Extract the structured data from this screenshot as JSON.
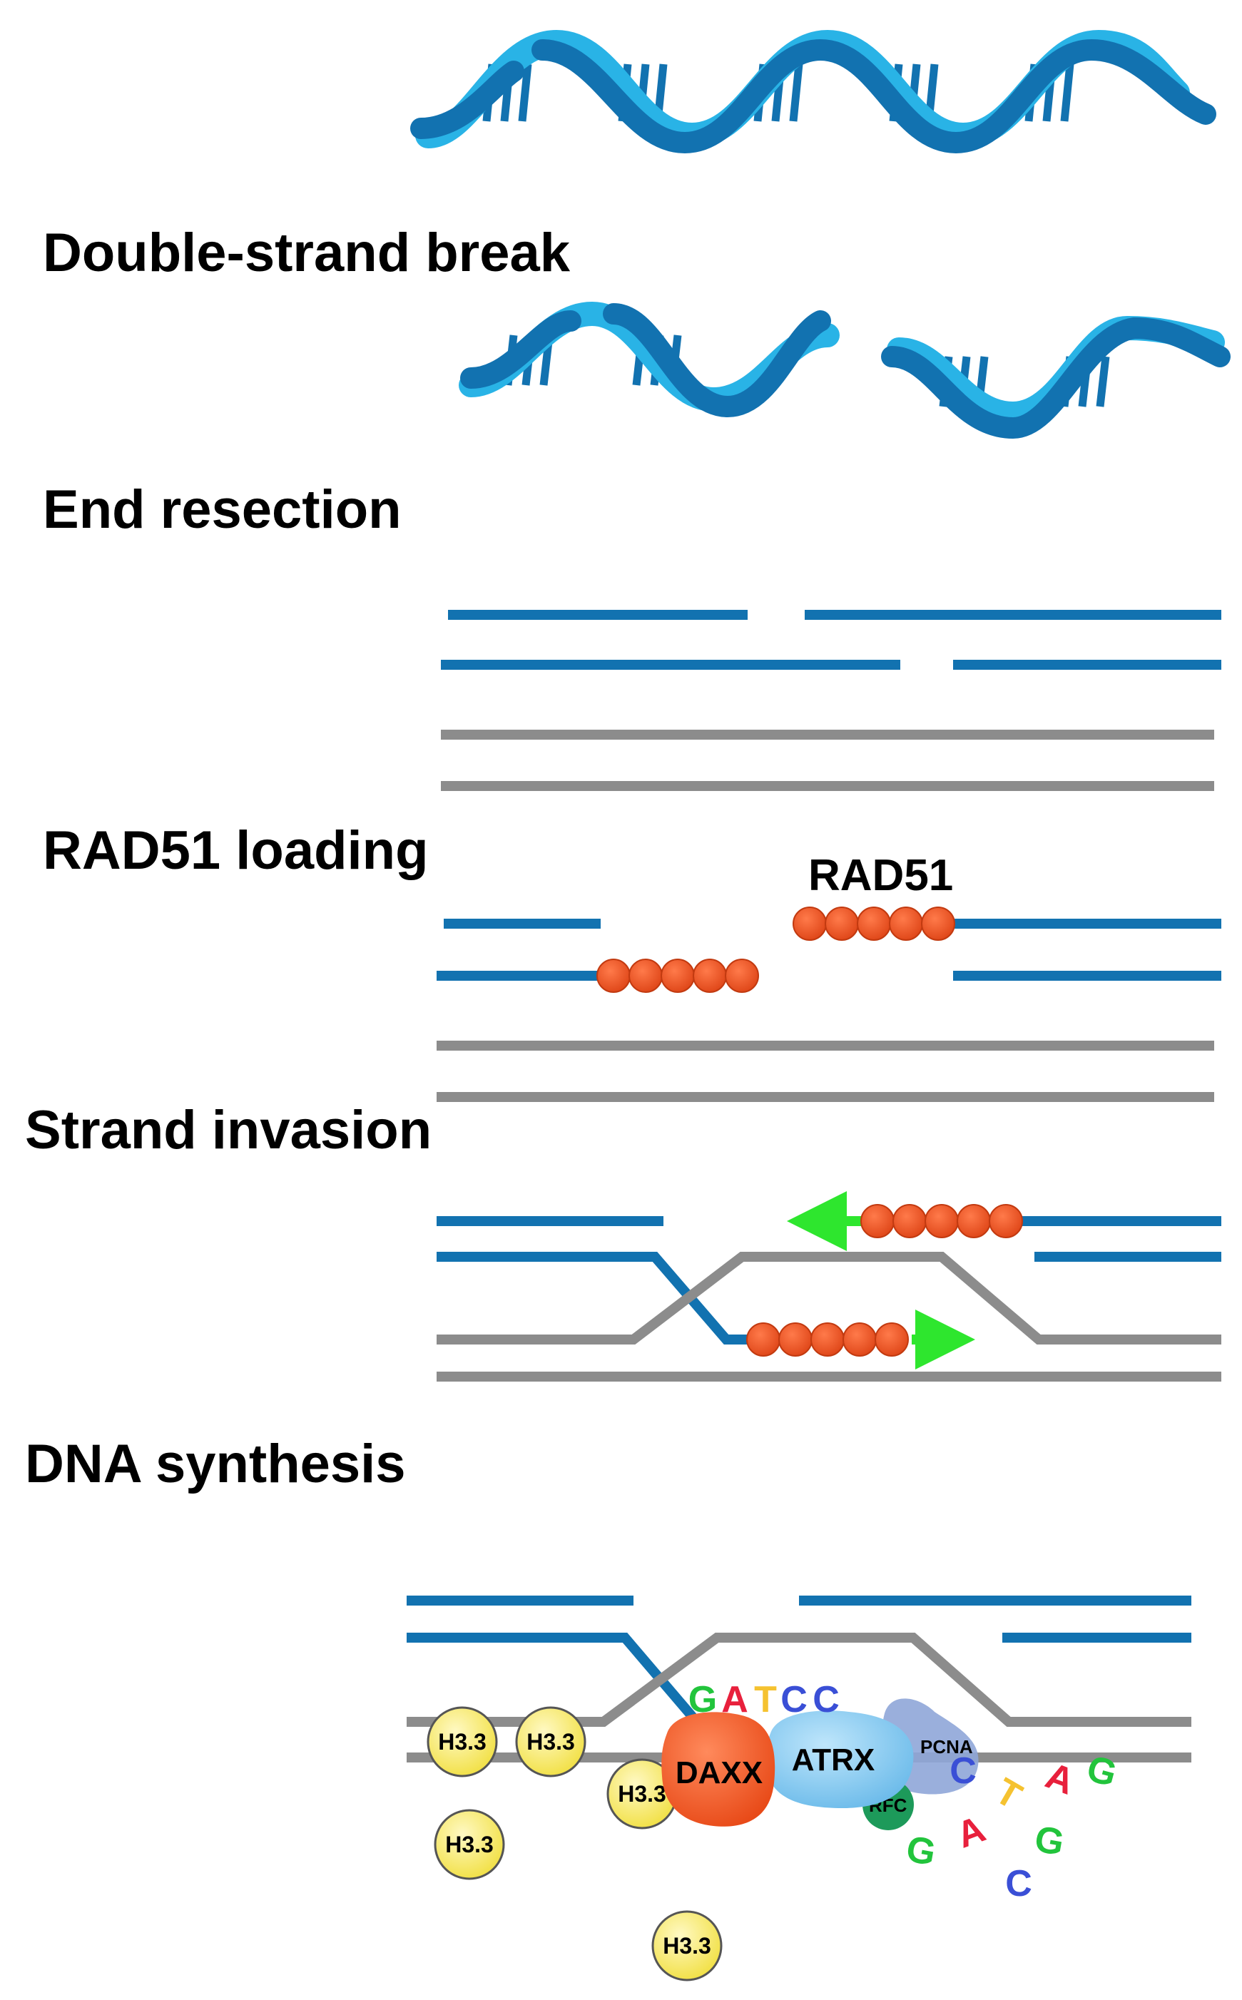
{
  "steps": {
    "double_strand_break": "Double-strand break",
    "end_resection": "End resection",
    "rad51_loading": "RAD51 loading",
    "strand_invasion": "Strand invasion",
    "dna_synthesis": "DNA synthesis"
  },
  "labels": {
    "rad51": "RAD51",
    "h33": "H3.3",
    "daxx": "DAXX",
    "atrx": "ATRX",
    "pcna": "PCNA",
    "rfc": "RFC"
  },
  "nucleotides_top": [
    "G",
    "A",
    "T",
    "C",
    "C"
  ],
  "nucleotides_free": [
    "C",
    "T",
    "A",
    "G",
    "A",
    "G",
    "G",
    "C"
  ],
  "colors": {
    "dna_dark": "#1272b0",
    "dna_light": "#29b3e6",
    "homolog": "#8c8c8c",
    "rad51": "#f05a28",
    "arrow": "#2ee62e",
    "h33": "#f5ea5a",
    "daxx": "#f05a28",
    "atrx": "#7ec8f0",
    "pcna": "#8fa6d8",
    "rfc": "#1d9a5a",
    "nuc_G": "#22c43c",
    "nuc_A": "#e8203c",
    "nuc_T": "#f5c230",
    "nuc_C": "#3a4fd6"
  }
}
